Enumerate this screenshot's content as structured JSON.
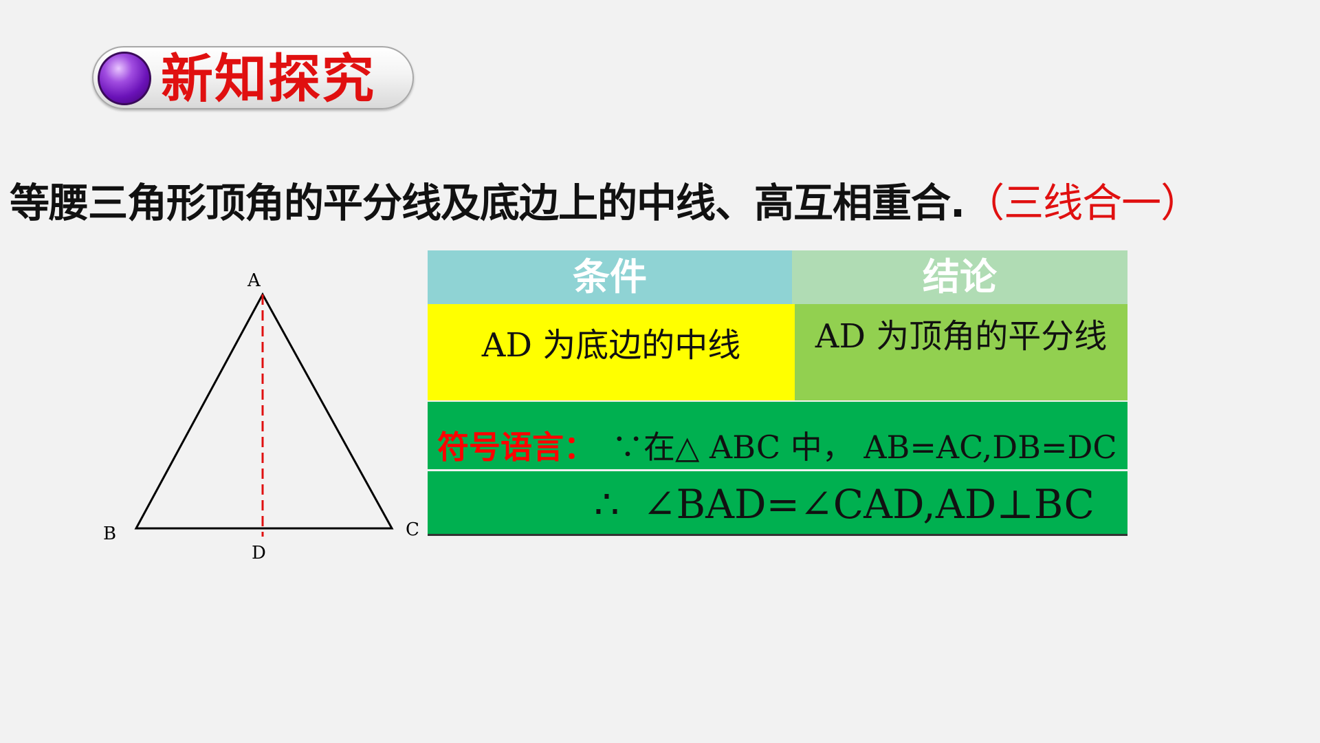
{
  "header": {
    "section_title": "新知探究"
  },
  "statement": {
    "main": "等腰三角形顶角的平分线及底边上的中线、高互相重合",
    "period": ".",
    "highlight": "（三线合一）"
  },
  "figure": {
    "labels": {
      "A": "A",
      "B": "B",
      "C": "C",
      "D": "D"
    }
  },
  "table": {
    "condition_header": "条件",
    "conclusion_header": "结论",
    "condition": "AD 为底边的中线",
    "conclusion": "AD 为顶角的平分线",
    "symbolic_label": "符号语言：",
    "because_symbol": "∵",
    "given": "在△ ABC 中， AB=AC,DB=DC",
    "therefore_symbol": "∴",
    "result": "∠BAD=∠CAD,AD⊥BC"
  },
  "colors": {
    "title_red": "#e01010",
    "header_teal": "#8fd3d4",
    "header_light_green": "#b0dcb4",
    "cell_yellow": "#ffff00",
    "cell_green": "#92d050",
    "row_green": "#00b050"
  }
}
